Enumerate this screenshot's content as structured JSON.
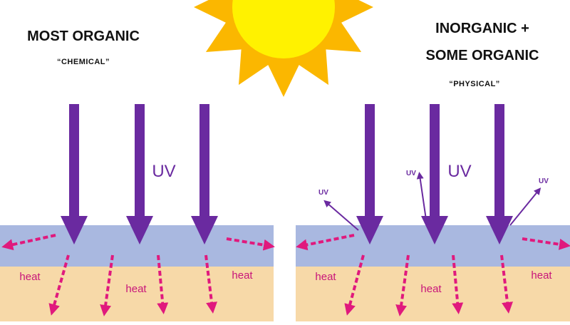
{
  "left_panel": {
    "title": "MOST ORGANIC",
    "subtitle": "“CHEMICAL”",
    "uv_label": "UV",
    "heat_labels": [
      "heat",
      "heat",
      "heat"
    ]
  },
  "right_panel": {
    "title_line1": "INORGANIC +",
    "title_line2": "SOME ORGANIC",
    "subtitle": "“PHYSICAL”",
    "uv_label": "UV",
    "uv_small_labels": [
      "UV",
      "UV",
      "UV"
    ],
    "heat_labels": [
      "heat",
      "heat"
    ]
  },
  "colors": {
    "sun_outer": "#fbb700",
    "sun_inner": "#fff200",
    "uv_arrow": "#6a2aa0",
    "heat_arrow": "#e0197d",
    "sunscreen_layer": "#a9b8e0",
    "skin_layer": "#f7d9a8"
  }
}
